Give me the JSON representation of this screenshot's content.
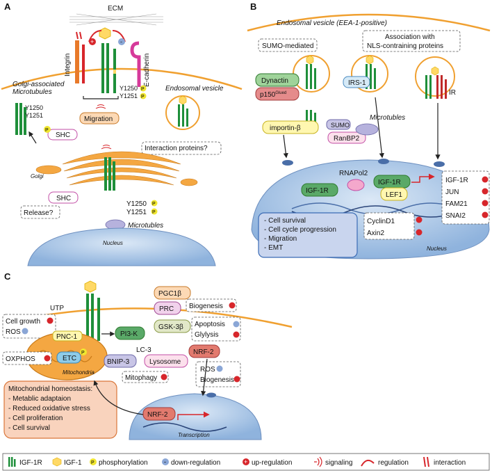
{
  "panels": {
    "A": {
      "label": "A",
      "ecm": "ECM",
      "integrin": "Integrin",
      "ecadherin": "E-cadherin",
      "y1250": "Y1250",
      "y1251": "Y1251",
      "golgi_microtubules_1": "Golgi-associated",
      "golgi_microtubules_2": "Microtubules",
      "endosomal_vesicle": "Endosomal vesicle",
      "migration": "Migration",
      "shc": "SHC",
      "interaction_proteins": "Interaction proteins?",
      "golgi": "Golgi",
      "release": "Release?",
      "microtubles": "Microtubles",
      "nucleus": "Nucleus"
    },
    "B": {
      "label": "B",
      "endosomal_vesicle": "Endosomal vesicle (EEA-1-positive)",
      "sumo_mediated": "SUMO-mediated",
      "association_1": "Association with",
      "association_2": "NLS-contraining proteins",
      "dynactin": "Dynactin",
      "p150": "p150",
      "p150_sup": "Glued",
      "irs1": "IRS-1",
      "ir": "IR",
      "importin": "importin-β",
      "sumo": "SUMO",
      "microtubles": "Microtubles",
      "ranbp2": "RanBP2",
      "rnapol2": "RNAPol2",
      "igf1r": "IGF-1R",
      "lef1": "LEF1",
      "targets": [
        "IGF-1R",
        "JUN",
        "FAM21",
        "SNAI2"
      ],
      "cyclins": [
        "CyclinD1",
        "Axin2"
      ],
      "outcomes": [
        "- Cell survival",
        "- Cell cycle progression",
        "- Migration",
        "- EMT"
      ],
      "nucleus": "Nucleus"
    },
    "C": {
      "label": "C",
      "utp": "UTP",
      "cell_growth": "Cell growth",
      "ros": "ROS",
      "pnc1": "PNC-1",
      "oxphos": "OXPHOS",
      "etc": "ETC",
      "mitochondria": "Mitochondria",
      "pi3k": "PI3-K",
      "pgc1b": "PGC1β",
      "prc": "PRC",
      "biogenesis": "Biogenesis",
      "gsk3b": "GSK-3β",
      "apoptosis": "Apoptosis",
      "glycolysis": "Glylysis",
      "nrf2": "NRF-2",
      "lc3": "LC-3",
      "bnip3": "BNIP-3",
      "lysosome": "Lysosome",
      "mitophagy": "Mitophagy",
      "ros2": "ROS",
      "biogenesis2": "Biogenesis",
      "homeostasis": [
        "Mitochondrial homeostasis:",
        "- Metablic adaptaion",
        "- Reduced oxidative stress",
        "- Cell proliferation",
        "- Cell survival"
      ],
      "nrf2_nuc": "NRF-2",
      "transcription": "Transcription"
    }
  },
  "legend": {
    "igf1r": "IGF-1R",
    "igf1": "IGF-1",
    "phosphorylation": "phosphorylation",
    "downregulation": "down-regulation",
    "upregulation": "up-regulation",
    "signaling": "signaling",
    "regulation": "regulation",
    "interaction": "interaction"
  },
  "symbols": {
    "p": "P",
    "plus": "+",
    "minus": "-"
  },
  "colors": {
    "receptor_green": "#1e8f3a",
    "ligand_yellow": "#ffd966",
    "orange_membrane": "#f0a030",
    "nucleus_blue": "#bcd4ee",
    "up_red": "#d7262b",
    "down_blue": "#8aa6d6",
    "phospho_yellow": "#f0e630"
  }
}
